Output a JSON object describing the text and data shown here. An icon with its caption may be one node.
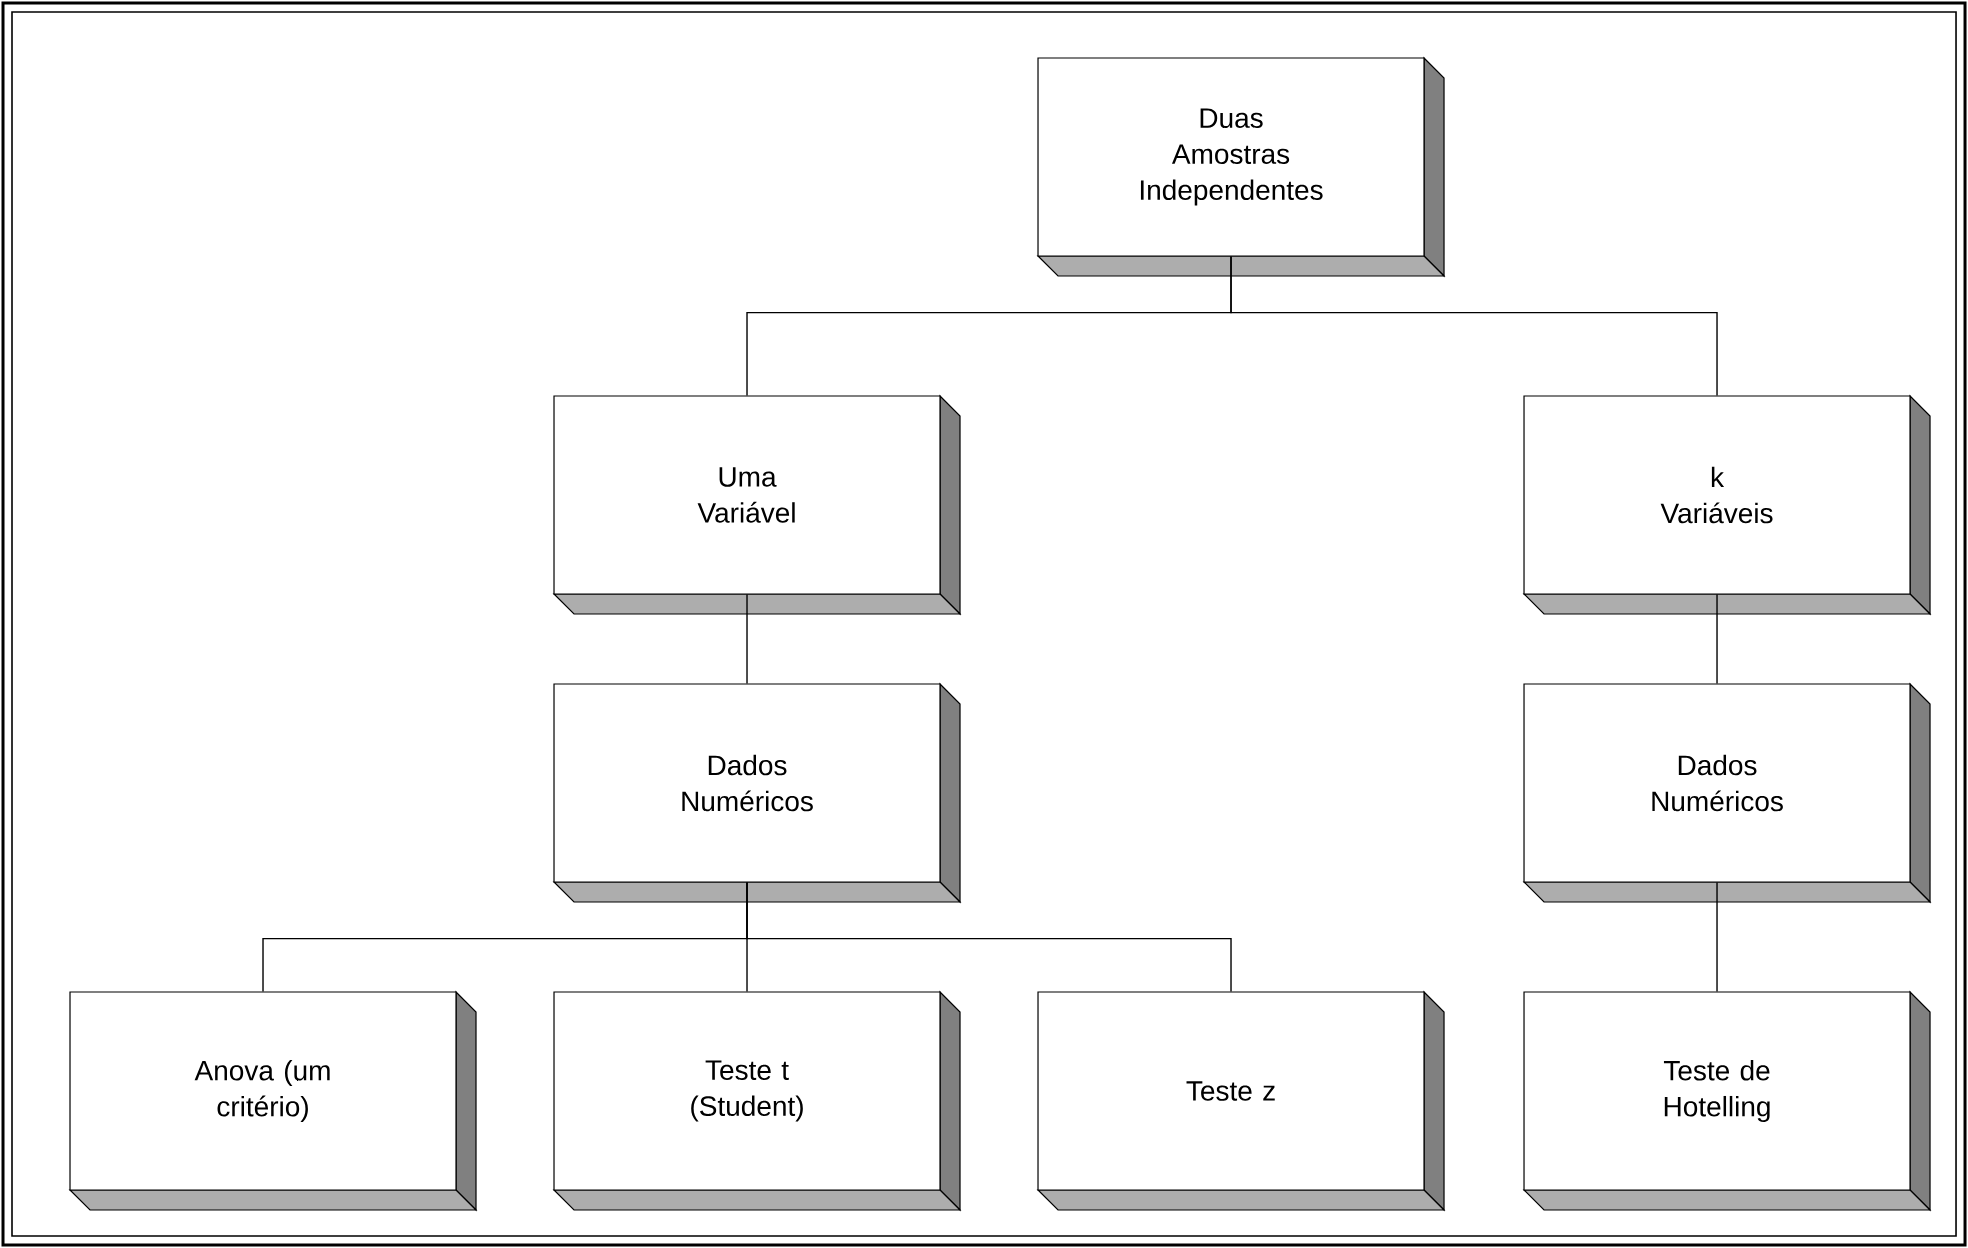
{
  "diagram": {
    "nodes": [
      {
        "text": [
          "Duas Amostras Independentes"
        ]
      },
      {
        "text": [
          "Uma Variável"
        ]
      },
      {
        "text": [
          "k Variáveis"
        ]
      },
      {
        "text": [
          "Dados Numéricos"
        ]
      },
      {
        "text": [
          "Dados Numéricos"
        ]
      },
      {
        "text": [
          "Anova (um critério)"
        ]
      },
      {
        "text": [
          "Teste t (Student)"
        ]
      },
      {
        "text": [
          "Teste z"
        ]
      },
      {
        "text": [
          "Teste de Hotelling"
        ]
      }
    ],
    "edges": [
      {
        "from": 0,
        "to": 1,
        "arrow": "none"
      },
      {
        "from": 0,
        "to": 2,
        "arrow": "none"
      },
      {
        "from": 1,
        "to": 3,
        "arrow": "none"
      },
      {
        "from": 2,
        "to": 4,
        "arrow": "none"
      },
      {
        "from": 3,
        "to": 5,
        "arrow": "none"
      },
      {
        "from": 3,
        "to": 6,
        "arrow": "none"
      },
      {
        "from": 3,
        "to": 7,
        "arrow": "none"
      },
      {
        "from": 4,
        "to": 8,
        "arrow": "none"
      }
    ]
  }
}
